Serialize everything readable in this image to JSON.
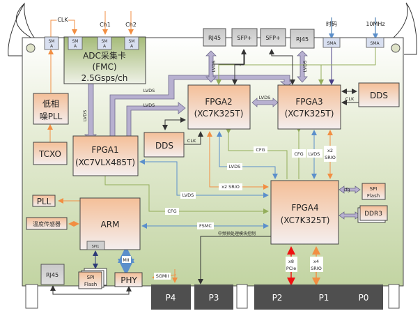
{
  "diagram": {
    "title": "ADC acquisition board block diagram",
    "colors": {
      "board_top": "#ffffff",
      "board_bottom": "#c6d7a8",
      "block_top": "#f4c09c",
      "block_bottom": "#f3ecea",
      "gray_block": "#cfcfcf",
      "sma": "#d8dff0",
      "connector": "#4f4f4f",
      "orange": "#f28e42",
      "blue": "#5b8fcb",
      "green": "#93ad5a",
      "dark": "#333333",
      "navy": "#2e3b78",
      "purple_bus": "#b7b0d0",
      "red": "#ee1111"
    },
    "external_inputs": {
      "clk": "CLK",
      "ch1": "Ch1",
      "ch2": "Ch2",
      "timecode": "时码",
      "ref10m": "10MHz"
    },
    "sma_label": "SMA",
    "sma_split": [
      "SM",
      "A"
    ],
    "blocks": {
      "adc": [
        "ADC采集卡",
        "(FMC)",
        "2.5Gsps/ch"
      ],
      "pll_low_noise": [
        "低相",
        "噪PLL"
      ],
      "tcxo": "TCXO",
      "fpga1": [
        "FPGA1",
        "(XC7VLX485T)"
      ],
      "dds1": "DDS",
      "fpga2": [
        "FPGA2",
        "(XC7K325T)"
      ],
      "fpga3": [
        "FPGA3",
        "(XC7K325T)"
      ],
      "dds2": "DDS",
      "fpga4": [
        "FPGA4",
        "(XC7K325T)"
      ],
      "rj45_a": "RJ45",
      "sfp_a": "SFP+",
      "sfp_b": "SFP+",
      "rj45_b": "RJ45",
      "pll": "PLL",
      "temp_sensor": "温度传感器",
      "arm": "ARM",
      "spi1": "SPI1",
      "spi_flash_arm": [
        "SPI",
        "Flash"
      ],
      "phy": "PHY",
      "rj45_c": "RJ45",
      "spi_flash_fpga4": [
        "SPI",
        "Flash"
      ],
      "ddr3": "DDR3"
    },
    "connectors": [
      "P4",
      "P3",
      "P2",
      "P1",
      "P0"
    ],
    "link_labels": {
      "lvds": "LVDS",
      "clk": "CLK",
      "cfg": "CFG",
      "x2": "x2",
      "srio": "SRIO",
      "x2_srio": "x2 SRIO",
      "fsmc": "FSMC",
      "if_control": "中频预处理模块控制",
      "mii": "MII",
      "sgmii": "SGMII",
      "cfg_lower": "cfg",
      "x8": "x8",
      "pcie": "PCIe",
      "x4": "x4"
    }
  }
}
